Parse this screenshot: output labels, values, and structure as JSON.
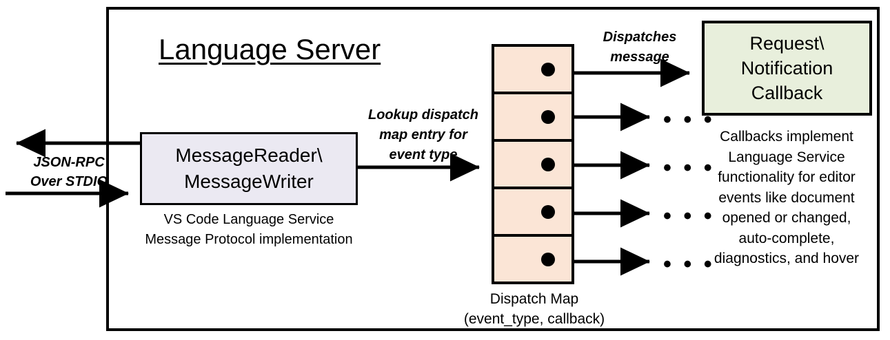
{
  "diagram": {
    "title": "Language Server",
    "container_label": "Language Server",
    "external_io": {
      "label_line1": "JSON-RPC",
      "label_line2": "Over STDIO",
      "outbound_arrow": "arrow-left-out",
      "inbound_arrow": "arrow-right-in"
    },
    "message_reader": {
      "line1": "MessageReader\\",
      "line2": "MessageWriter",
      "caption_line1": "VS Code Language Service",
      "caption_line2": "Message Protocol implementation",
      "fill_color": "#EBE9F2",
      "border_color": "#000000"
    },
    "lookup_edge": {
      "label_line1": "Lookup dispatch",
      "label_line2": "map entry for",
      "label_line3": "event type"
    },
    "dispatch_map": {
      "caption_line1": "Dispatch Map",
      "caption_line2": "(event_type, callback)",
      "fill_color": "#FBE5D6",
      "border_color": "#000000",
      "rows": [
        {
          "index": 1,
          "has_dot": true,
          "out_arrow": "to-callback"
        },
        {
          "index": 2,
          "has_dot": true,
          "out_arrow": "to-ellipsis"
        },
        {
          "index": 3,
          "has_dot": true,
          "out_arrow": "to-ellipsis"
        },
        {
          "index": 4,
          "has_dot": true,
          "out_arrow": "to-ellipsis"
        },
        {
          "index": 5,
          "has_dot": true,
          "out_arrow": "to-ellipsis"
        }
      ]
    },
    "dispatch_edge": {
      "label_line1": "Dispatches",
      "label_line2": "message"
    },
    "callback": {
      "line1": "Request\\",
      "line2": "Notification",
      "line3": "Callback",
      "fill_color": "#E8EFDC",
      "border_color": "#000000",
      "caption_line1": "Callbacks implement",
      "caption_line2": "Language Service",
      "caption_line3": "functionality for editor",
      "caption_line4": "events like document",
      "caption_line5": "opened or changed,",
      "caption_line6": "auto-complete,",
      "caption_line7": "diagnostics, and hover"
    },
    "ellipsis_glyph": "• • •"
  }
}
